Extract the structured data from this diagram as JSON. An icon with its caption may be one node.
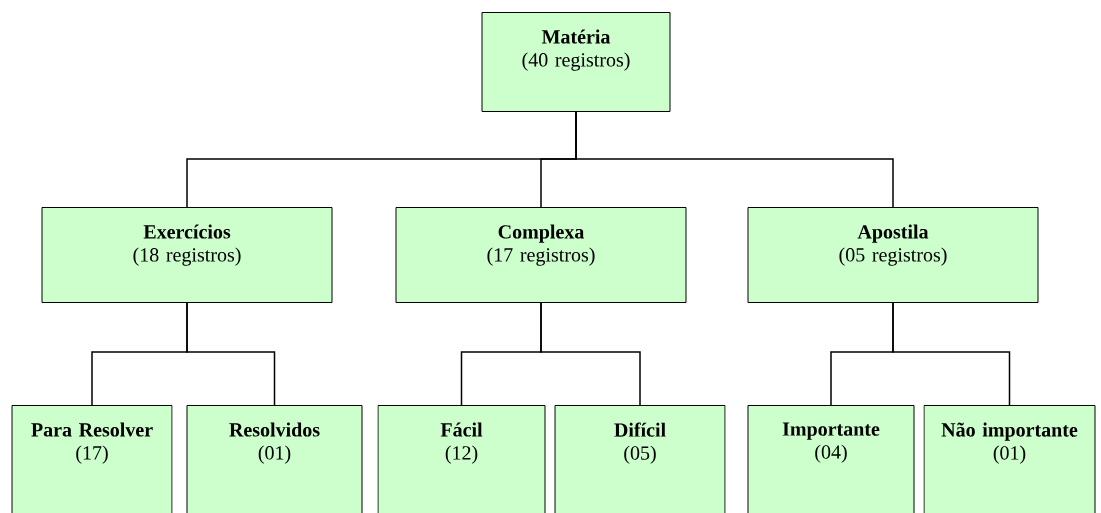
{
  "diagram": {
    "nodes": [
      {
        "text": [
          "Matéria",
          "(40 registros)"
        ]
      },
      {
        "text": [
          "Exercícios",
          "(18 registros)"
        ]
      },
      {
        "text": [
          "Complexa",
          "(17 registros)"
        ]
      },
      {
        "text": [
          "Apostila",
          "(05 registros)"
        ]
      },
      {
        "text": [
          "Para Resolver",
          "(17)"
        ]
      },
      {
        "text": [
          "Resolvidos",
          "(01)"
        ]
      },
      {
        "text": [
          "Fácil",
          "(12)"
        ]
      },
      {
        "text": [
          "Difícil",
          "(05)"
        ]
      },
      {
        "text": [
          "Importante",
          "(04)"
        ]
      },
      {
        "text": [
          "Não importante",
          "(01)"
        ]
      }
    ],
    "edges": [
      {
        "from": 0,
        "to": 1,
        "arrow": "none"
      },
      {
        "from": 0,
        "to": 2,
        "arrow": "none"
      },
      {
        "from": 0,
        "to": 3,
        "arrow": "none"
      },
      {
        "from": 1,
        "to": 4,
        "arrow": "none"
      },
      {
        "from": 1,
        "to": 5,
        "arrow": "none"
      },
      {
        "from": 2,
        "to": 6,
        "arrow": "none"
      },
      {
        "from": 2,
        "to": 7,
        "arrow": "none"
      },
      {
        "from": 3,
        "to": 8,
        "arrow": "none"
      },
      {
        "from": 3,
        "to": 9,
        "arrow": "none"
      }
    ]
  }
}
